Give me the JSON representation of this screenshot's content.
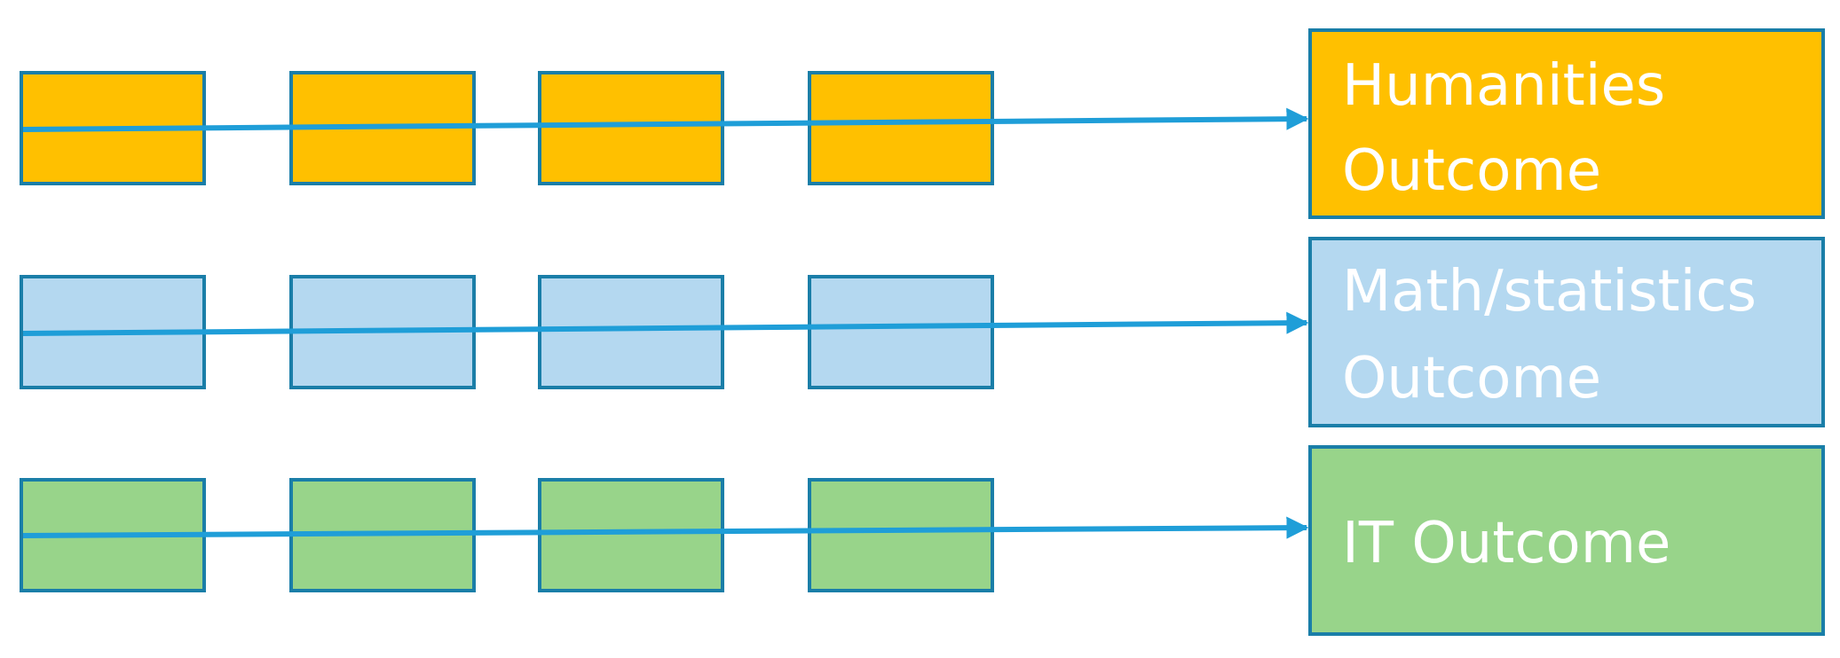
{
  "colors": {
    "border": "#1a7ea8",
    "arrow": "#1f9ed8",
    "row_fills": [
      "#ffc000",
      "#b4d8f0",
      "#98d48a"
    ]
  },
  "rows": [
    {
      "outcome": {
        "line1": "Humanities",
        "line2": "Outcome"
      }
    },
    {
      "outcome": {
        "line1": "Math/statistics",
        "line2": "Outcome"
      }
    },
    {
      "outcome": {
        "line1": "IT Outcome",
        "line2": ""
      }
    }
  ]
}
